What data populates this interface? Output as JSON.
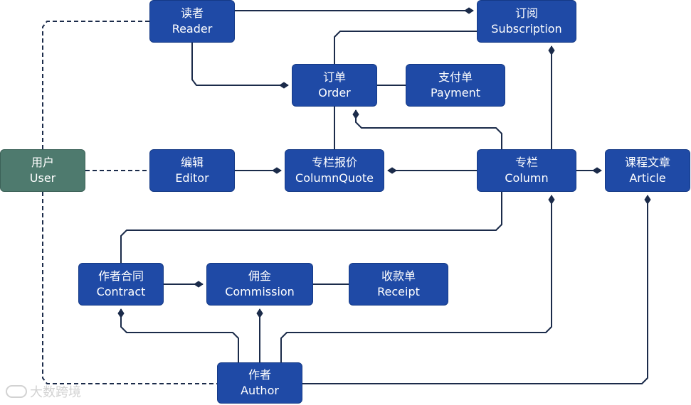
{
  "nodes": {
    "reader": {
      "zh": "读者",
      "en": "Reader"
    },
    "subscription": {
      "zh": "订阅",
      "en": "Subscription"
    },
    "order": {
      "zh": "订单",
      "en": "Order"
    },
    "payment": {
      "zh": "支付单",
      "en": "Payment"
    },
    "user": {
      "zh": "用户",
      "en": "User"
    },
    "editor": {
      "zh": "编辑",
      "en": "Editor"
    },
    "columnquote": {
      "zh": "专栏报价",
      "en": "ColumnQuote"
    },
    "column": {
      "zh": "专栏",
      "en": "Column"
    },
    "article": {
      "zh": "课程文章",
      "en": "Article"
    },
    "contract": {
      "zh": "作者合同",
      "en": "Contract"
    },
    "commission": {
      "zh": "佣金",
      "en": "Commission"
    },
    "receipt": {
      "zh": "收款单",
      "en": "Receipt"
    },
    "author": {
      "zh": "作者",
      "en": "Author"
    }
  },
  "edges": [
    {
      "from": "reader",
      "to": "subscription",
      "style": "solid",
      "end": "diamond"
    },
    {
      "from": "reader",
      "to": "order",
      "style": "solid",
      "end": "diamond"
    },
    {
      "from": "order",
      "to": "payment",
      "style": "solid",
      "end": "none"
    },
    {
      "from": "columnquote",
      "to": "subscription",
      "style": "solid",
      "end": "none"
    },
    {
      "from": "column",
      "to": "order",
      "style": "solid",
      "end": "diamond"
    },
    {
      "from": "column",
      "to": "subscription",
      "style": "solid",
      "end": "diamond"
    },
    {
      "from": "user",
      "to": "reader",
      "style": "dashed",
      "end": "none"
    },
    {
      "from": "user",
      "to": "editor",
      "style": "dashed",
      "end": "none"
    },
    {
      "from": "user",
      "to": "author",
      "style": "dashed",
      "end": "none"
    },
    {
      "from": "editor",
      "to": "columnquote",
      "style": "solid",
      "end": "diamond"
    },
    {
      "from": "column",
      "to": "columnquote",
      "style": "solid",
      "end": "diamond"
    },
    {
      "from": "column",
      "to": "article",
      "style": "solid",
      "end": "diamond"
    },
    {
      "from": "column",
      "to": "contract",
      "style": "solid",
      "end": "none"
    },
    {
      "from": "contract",
      "to": "commission",
      "style": "solid",
      "end": "diamond"
    },
    {
      "from": "commission",
      "to": "receipt",
      "style": "solid",
      "end": "none"
    },
    {
      "from": "author",
      "to": "contract",
      "style": "solid",
      "end": "diamond"
    },
    {
      "from": "author",
      "to": "commission",
      "style": "solid",
      "end": "diamond"
    },
    {
      "from": "author",
      "to": "column",
      "style": "solid",
      "end": "diamond"
    },
    {
      "from": "author",
      "to": "article",
      "style": "solid",
      "end": "diamond"
    }
  ],
  "colors": {
    "node": "#1f4aa6",
    "user_node": "#4e7a6e",
    "line": "#1b2b4a"
  },
  "watermark": "大数跨境"
}
